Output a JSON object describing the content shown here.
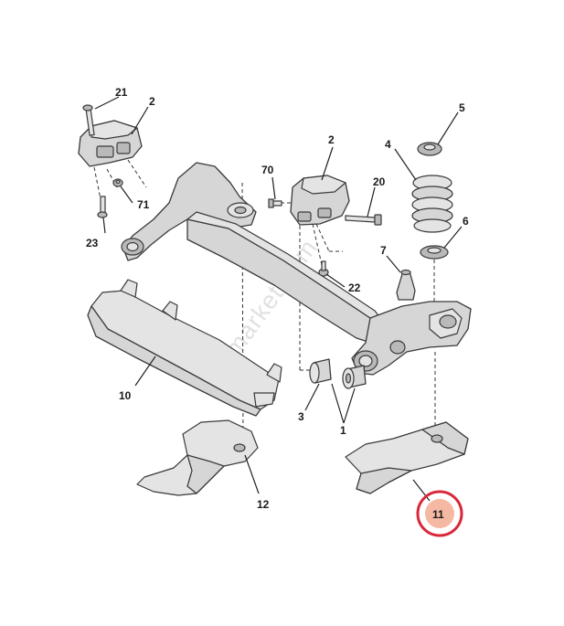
{
  "watermark": "psamarket.com",
  "highlight_color": "#d8283a",
  "highlight_fill": "#f4b8a3",
  "callouts": {
    "c1": "1",
    "c2a": "2",
    "c2b": "2",
    "c3": "3",
    "c4": "4",
    "c5": "5",
    "c6": "6",
    "c7": "7",
    "c10": "10",
    "c11": "11",
    "c12": "12",
    "c20": "20",
    "c21": "21",
    "c22": "22",
    "c23": "23",
    "c70": "70",
    "c71": "71"
  }
}
